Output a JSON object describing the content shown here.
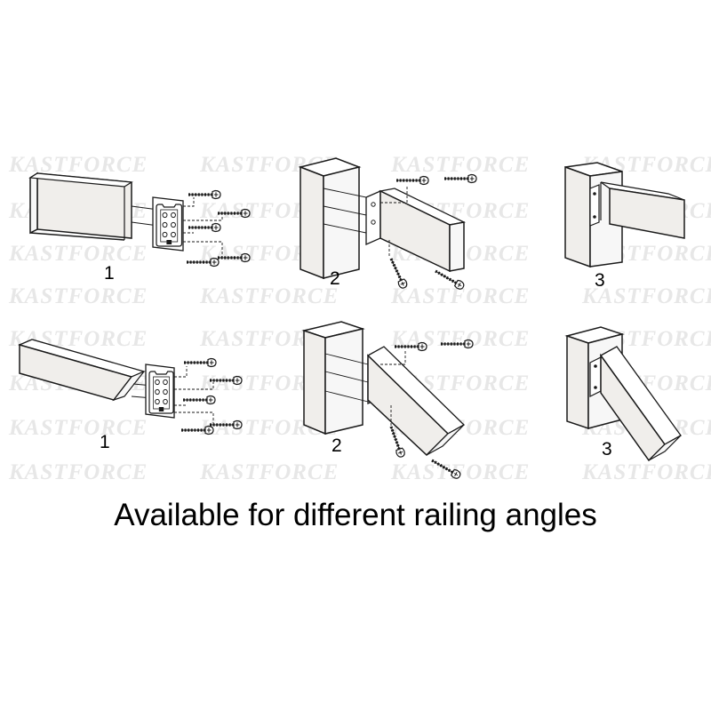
{
  "watermark": {
    "text": "KASTFORCE",
    "color": "#e7e7e7"
  },
  "steps": {
    "top": {
      "step1": "1",
      "step2": "2",
      "step3": "3"
    },
    "bottom": {
      "step1": "1",
      "step2": "2",
      "step3": "3"
    }
  },
  "caption": "Available for different railing angles",
  "colors": {
    "wood": "#f0eeeb",
    "line": "#1a1a1a"
  }
}
